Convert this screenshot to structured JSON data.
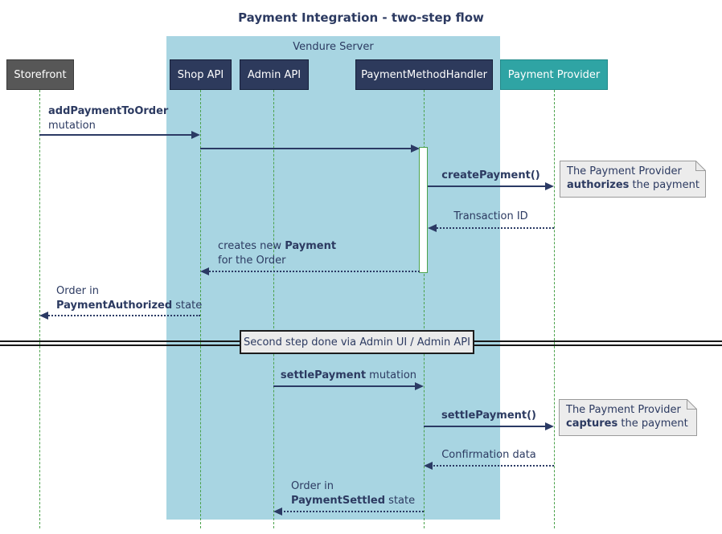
{
  "diagram": {
    "title": "Payment Integration - two-step flow",
    "server_group_label": "Vendure Server",
    "participants": [
      {
        "id": "storefront",
        "label": "Storefront"
      },
      {
        "id": "shop-api",
        "label": "Shop API"
      },
      {
        "id": "admin-api",
        "label": "Admin API"
      },
      {
        "id": "payment-method-handler",
        "label": "PaymentMethodHandler"
      },
      {
        "id": "payment-provider",
        "label": "Payment Provider"
      }
    ],
    "messages": {
      "add_payment_bold": "addPaymentToOrder",
      "add_payment_rest": "mutation",
      "create_payment": "createPayment()",
      "transaction_id": "Transaction ID",
      "creates_new_pre": "creates new ",
      "creates_new_bold": "Payment",
      "creates_new_line2": "for the Order",
      "order_auth_line1": "Order in",
      "order_auth_bold": "PaymentAuthorized",
      "order_auth_rest": " state",
      "divider": "Second step done via Admin UI / Admin API",
      "settle_mut_bold": "settlePayment",
      "settle_mut_rest": " mutation",
      "settle_call": "settlePayment()",
      "confirmation": "Confirmation data",
      "order_settled_line1": "Order in",
      "order_settled_bold": "PaymentSettled",
      "order_settled_rest": " state"
    },
    "notes": {
      "authorize_line1": "The Payment Provider",
      "authorize_bold": "authorizes",
      "authorize_rest": " the payment",
      "capture_line1": "The Payment Provider",
      "capture_bold": "captures",
      "capture_rest": " the payment"
    },
    "colors": {
      "server_box_fill": "#a8d5e2",
      "participant_navy": "#2d3a5c",
      "participant_gray": "#575757",
      "participant_teal": "#2fa4a4",
      "lifeline_green": "#4ba24b",
      "arrow_navy": "#2b3a64",
      "text_navy": "#2c3a61",
      "note_fill": "#ececec",
      "note_border": "#9a9a9a"
    }
  }
}
